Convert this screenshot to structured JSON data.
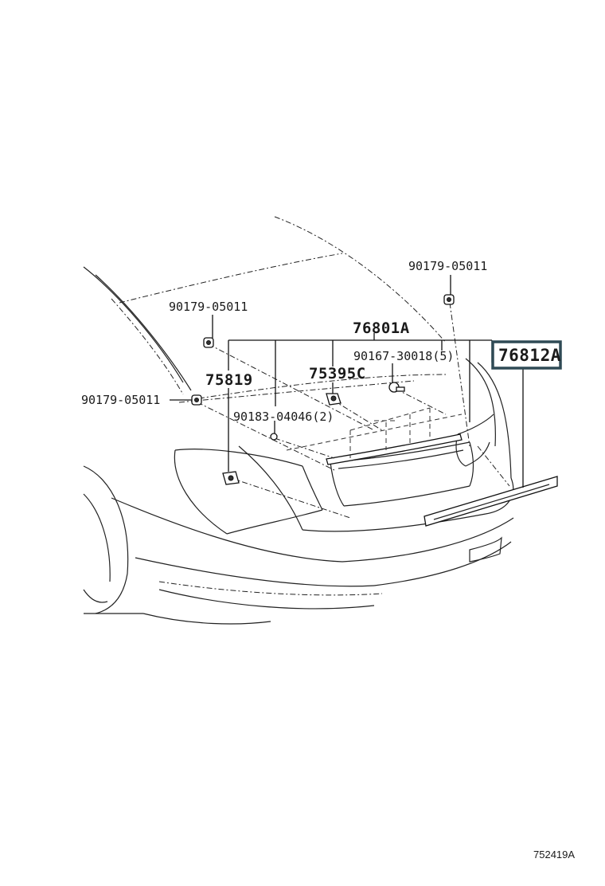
{
  "diagram": {
    "reference_code": "752419A",
    "highlighted_part": "76812A",
    "callouts": {
      "clip_upper_right": "90179-05011",
      "clip_upper_left": "90179-05011",
      "clip_left": "90179-05011",
      "garnish_assembly": "76801A",
      "bolt_group": "90167-30018(5)",
      "emblem_75395c": "75395C",
      "emblem_75819": "75819",
      "nut_group": "90183-04046(2)",
      "spoiler_76812a": "76812A"
    },
    "colors": {
      "line": "#222222",
      "highlight_border": "#2f4a55"
    }
  }
}
